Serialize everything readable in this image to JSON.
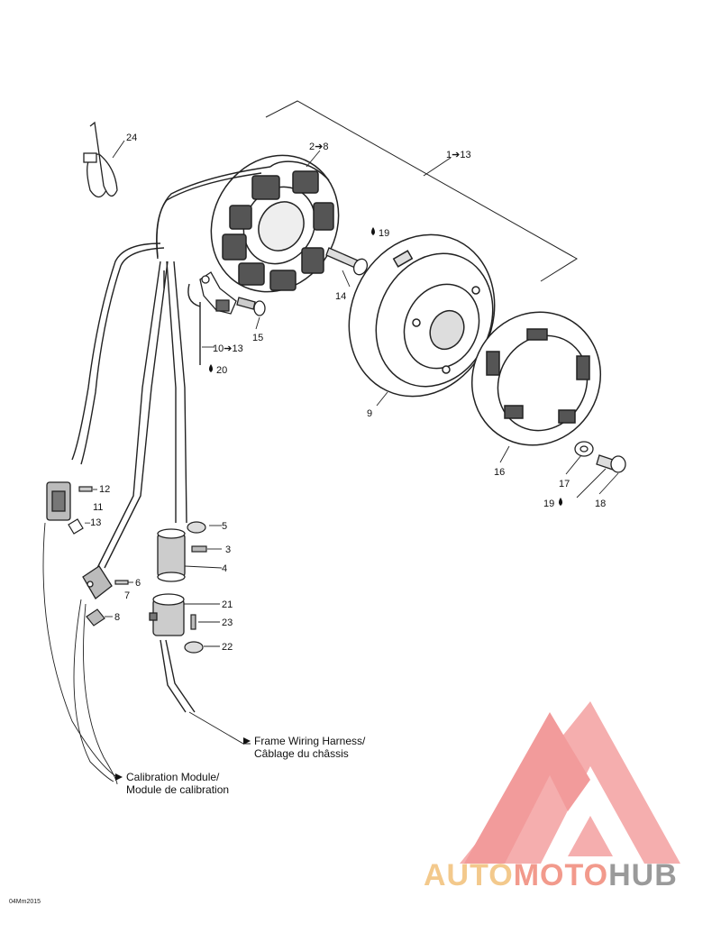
{
  "callouts": {
    "c24": "24",
    "c2_8": "2➔8",
    "c1_13": "1➔13",
    "c19a": "19",
    "c14": "14",
    "c15": "15",
    "c10_13": "10➔13",
    "c20": "20",
    "c9": "9",
    "c16": "16",
    "c17": "17",
    "c19b": "19",
    "c18": "18",
    "c12": "12",
    "c11": "11",
    "c13": "–13",
    "c5": "5",
    "c3": "3",
    "c4": "4",
    "c6": "6",
    "c7": "7",
    "c8": "8",
    "c21": "21",
    "c23": "23",
    "c22": "22"
  },
  "notes": {
    "frame_line1": "Frame Wiring Harness/",
    "frame_line2": "Câblage du châssis",
    "calib_line1": "Calibration Module/",
    "calib_line2": "Module de calibration"
  },
  "figure_code": "04Mm2015",
  "watermark": {
    "part1": "AUTO",
    "part2": "MOTO",
    "part3": "HUB",
    "colors": {
      "auto": "#f3c98c",
      "moto": "#f29a8c",
      "hub": "#9a9a9a",
      "logo": "#f08080"
    }
  }
}
